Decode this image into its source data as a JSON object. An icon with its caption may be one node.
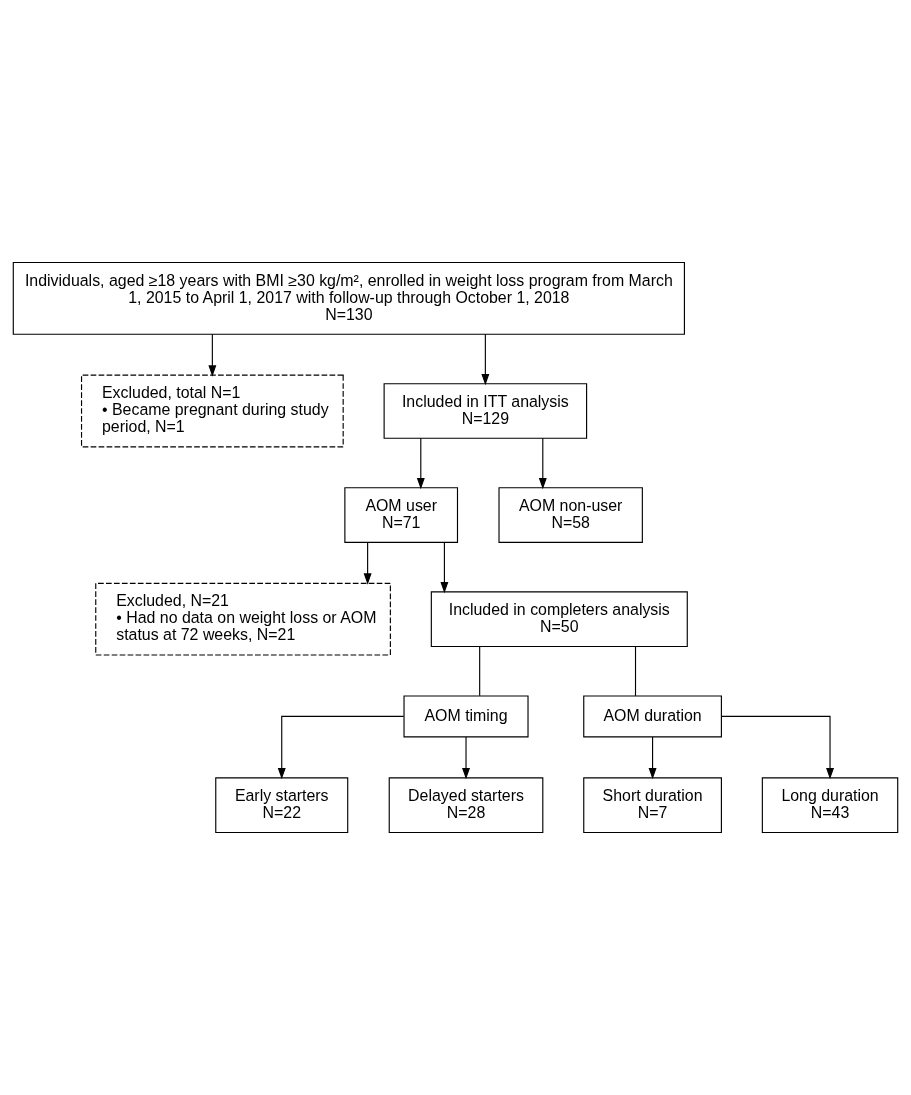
{
  "diagram": {
    "nodes": [
      {
        "text": [
          "Individuals, aged ≥18 years with BMI ≥30 kg/m², enrolled in weight loss program from March 1, 2015 to April 1, 2017 with follow-up through October 1, 2018",
          "N=130"
        ]
      },
      {
        "text": [
          "Excluded, total N=1",
          "• Became pregnant during study period, N=1"
        ]
      },
      {
        "text": [
          "Included in ITT analysis",
          "N=129"
        ]
      },
      {
        "text": [
          "AOM user",
          "N=71"
        ]
      },
      {
        "text": [
          "AOM non-user",
          "N=58"
        ]
      },
      {
        "text": [
          "Excluded, N=21",
          "• Had no data on weight loss or AOM status at 72 weeks, N=21"
        ]
      },
      {
        "text": [
          "Included in completers analysis",
          "N=50"
        ]
      },
      {
        "text": [
          "AOM timing"
        ]
      },
      {
        "text": [
          "AOM duration"
        ]
      },
      {
        "text": [
          "Early starters",
          "N=22"
        ]
      },
      {
        "text": [
          "Delayed starters",
          "N=28"
        ]
      },
      {
        "text": [
          "Short duration",
          "N=7"
        ]
      },
      {
        "text": [
          "Long duration",
          "N=43"
        ]
      }
    ],
    "edges": [
      {
        "from": 0,
        "to": 2,
        "arrow": "to"
      },
      {
        "from": 0,
        "to": 1,
        "arrow": "to"
      },
      {
        "from": 2,
        "to": 3,
        "arrow": "to"
      },
      {
        "from": 2,
        "to": 4,
        "arrow": "to"
      },
      {
        "from": 3,
        "to": 6,
        "arrow": "to"
      },
      {
        "from": 3,
        "to": 5,
        "arrow": "to"
      },
      {
        "from": 6,
        "to": 7,
        "arrow": "none"
      },
      {
        "from": 6,
        "to": 8,
        "arrow": "none"
      },
      {
        "from": 7,
        "to": 9,
        "arrow": "to"
      },
      {
        "from": 7,
        "to": 10,
        "arrow": "to"
      },
      {
        "from": 8,
        "to": 11,
        "arrow": "to"
      },
      {
        "from": 8,
        "to": 12,
        "arrow": "to"
      }
    ]
  }
}
